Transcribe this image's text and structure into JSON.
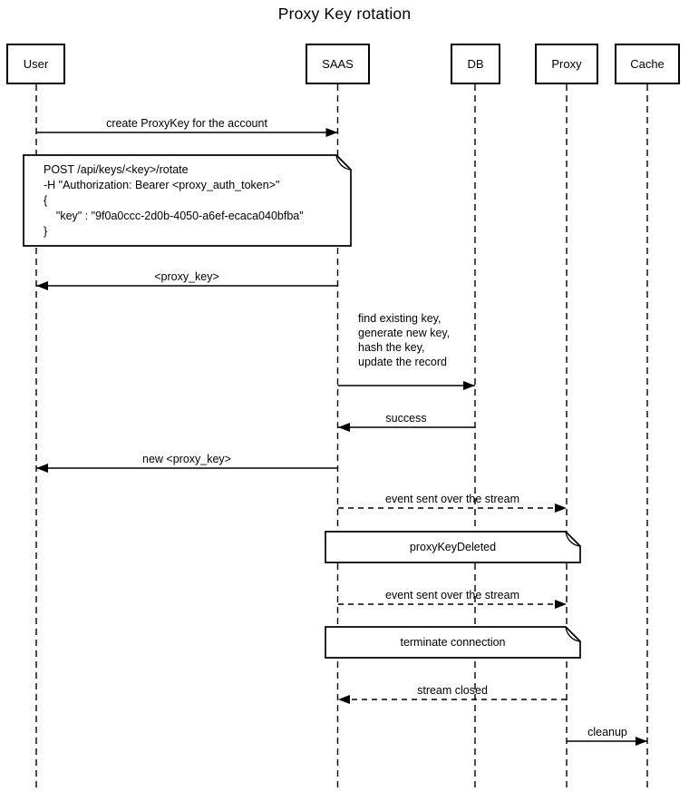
{
  "title": "Proxy Key rotation",
  "participants": [
    "User",
    "SAAS",
    "DB",
    "Proxy",
    "Cache"
  ],
  "messages": {
    "create_proxykey": {
      "label": "create ProxyKey for the account",
      "from": "User",
      "to": "SAAS",
      "line": "solid"
    },
    "proxy_key_return": {
      "label": "<proxy_key>",
      "from": "SAAS",
      "to": "User",
      "line": "solid"
    },
    "db_operations": {
      "label": "find existing key,\ngenerate new key,\nhash the key,\nupdate the record",
      "from": "SAAS",
      "to": "DB",
      "line": "solid"
    },
    "success": {
      "label": "success",
      "from": "DB",
      "to": "SAAS",
      "line": "solid"
    },
    "new_proxy_key": {
      "label": "new <proxy_key>",
      "from": "SAAS",
      "to": "User",
      "line": "solid"
    },
    "event_stream_1": {
      "label": "event sent over the stream",
      "from": "SAAS",
      "to": "Proxy",
      "line": "dashed"
    },
    "event_stream_2": {
      "label": "event sent over the stream",
      "from": "SAAS",
      "to": "Proxy",
      "line": "dashed"
    },
    "stream_closed": {
      "label": "stream closed",
      "from": "Proxy",
      "to": "SAAS",
      "line": "dashed"
    },
    "cleanup": {
      "label": "cleanup",
      "from": "Proxy",
      "to": "Cache",
      "line": "solid"
    }
  },
  "notes": {
    "rotate_request": {
      "text": "POST /api/keys/<key>/rotate\n-H \"Authorization: Bearer <proxy_auth_token>\"\n{\n    \"key\" : \"9f0a0ccc-2d0b-4050-a6ef-ecaca040bfba\"\n}",
      "over": "User, SAAS"
    },
    "proxy_key_deleted": {
      "text": "proxyKeyDeleted",
      "over": "SAAS, Proxy"
    },
    "terminate_connection": {
      "text": "terminate connection",
      "over": "SAAS, Proxy"
    }
  },
  "colors": {
    "line": "#000000",
    "background": "#ffffff",
    "text": "#000000"
  }
}
